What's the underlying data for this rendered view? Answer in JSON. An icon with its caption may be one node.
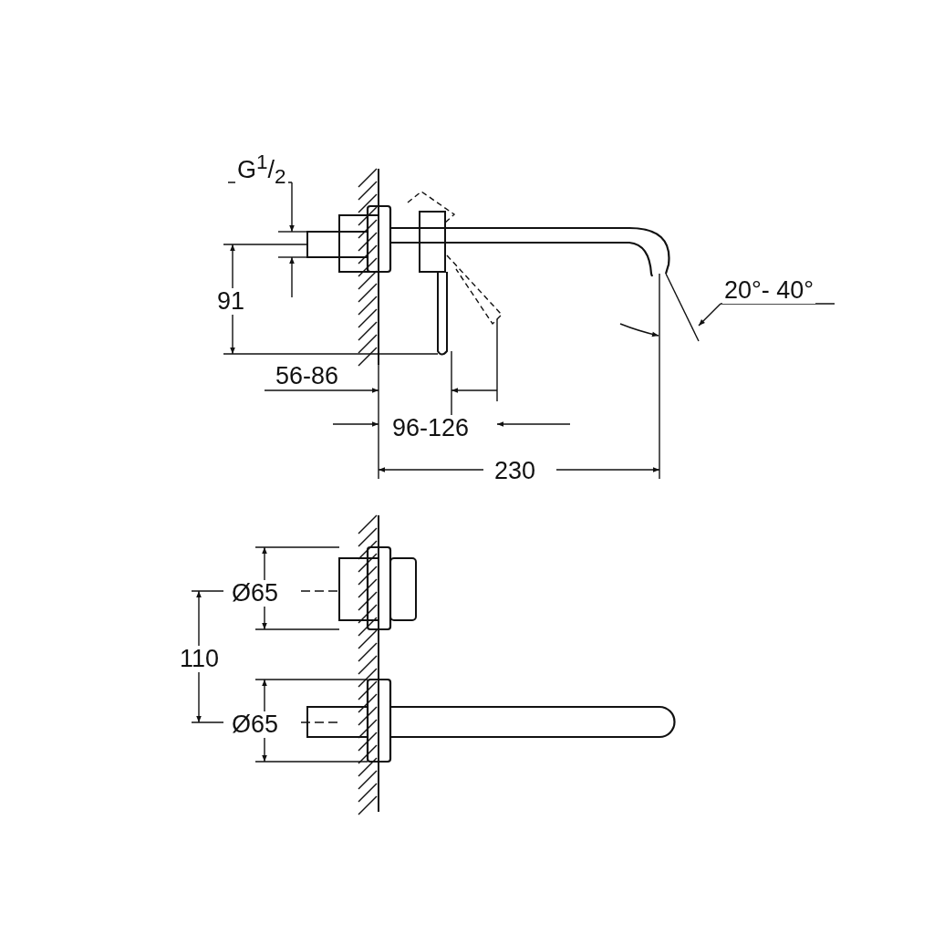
{
  "diagram": {
    "labels": [
      "G$^{1}$/$_{2}$",
      "91",
      "56-86",
      "96-126",
      "230",
      "20°- 40°",
      "Ø65",
      "110",
      "Ø65"
    ]
  }
}
